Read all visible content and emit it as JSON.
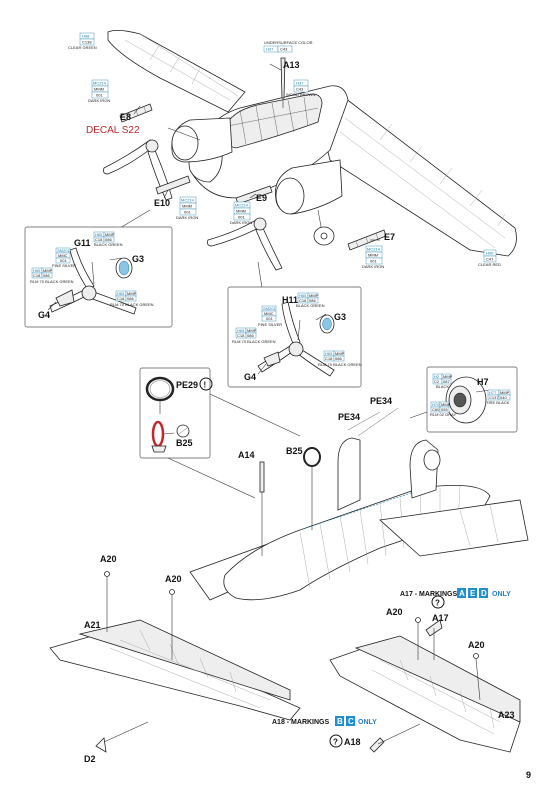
{
  "page": {
    "number": "9"
  },
  "colors": {
    "code_blue": "#1a7fb0",
    "decal_red": "#c0282d",
    "marking_badge": "#1e8fd0",
    "marking_text": "#2a7fc0",
    "line": "#333333"
  },
  "parts": {
    "a13": "A13",
    "e8": "E8",
    "e9": "E9",
    "e10": "E10",
    "e7": "E7",
    "g11": "G11",
    "g3a": "G3",
    "g4a": "G4",
    "h11": "H11",
    "g3b": "G3",
    "g4b": "G4",
    "pe29": "PE29",
    "b25a": "B25",
    "b25b": "B25",
    "pe34a": "PE34",
    "pe34b": "PE34",
    "h7": "H7",
    "a14": "A14",
    "a20a": "A20",
    "a20b": "A20",
    "a20c": "A20",
    "a20d": "A20",
    "a21": "A21",
    "d2": "D2",
    "a17": "A17",
    "a18": "A18",
    "a23": "A23"
  },
  "decal": {
    "label": "DECAL S22"
  },
  "notes": {
    "a17_prefix": "A17 - MARKINGS",
    "a17_letters": [
      "A",
      "E",
      "D"
    ],
    "a17_suffix": "ONLY",
    "a18_prefix": "A18 - MARKINGS",
    "a18_letters": [
      "B",
      "C"
    ],
    "a18_suffix": "ONLY"
  },
  "callouts": {
    "clear_green_top": {
      "codes": [
        "H98"
      ],
      "gunze": "C138",
      "name": "CLEAR GREEN"
    },
    "underside": {
      "header": "UNDERSURFACE COLOR",
      "codes": [
        "H37",
        "C43"
      ],
      "name": "WOOD BROWN"
    },
    "dark_iron_e8": {
      "codes": [
        "MC214",
        "MMM",
        "001"
      ],
      "name": "DARK IRON"
    },
    "dark_iron_e10": {
      "codes": [
        "MC214",
        "MMM",
        "001"
      ],
      "name": "DARK IRON"
    },
    "dark_iron_e9": {
      "codes": [
        "MC214",
        "MMM",
        "001"
      ],
      "name": "DARK IRON"
    },
    "dark_iron_e7": {
      "codes": [
        "MC214",
        "MMM",
        "001"
      ],
      "name": "DARK IRON"
    },
    "clear_red": {
      "codes": [
        "H90",
        "C47"
      ],
      "name": "CLEAR RED"
    },
    "g11_black_green": {
      "codes": [
        "H65",
        "MMP",
        "C18",
        "086"
      ],
      "name": "BLACK GREEN"
    },
    "g11_fine_silver": {
      "codes": [
        "SM201",
        "MMC",
        "001"
      ],
      "name": "FINE SILVER"
    },
    "g11_rlm70": {
      "codes": [
        "H65",
        "MMP",
        "C18",
        "086"
      ],
      "name": "RLM 70 BLACK GREEN"
    },
    "g11_rlm70_b": {
      "codes": [
        "H65",
        "MMP",
        "C18",
        "086"
      ],
      "name": "RLM 70 BLACK GREEN"
    },
    "h11_black_green": {
      "codes": [
        "H65",
        "MMP",
        "C18",
        "086"
      ],
      "name": "BLACK GREEN"
    },
    "h11_fine_silver": {
      "codes": [
        "SM201",
        "MMC",
        "001"
      ],
      "name": "FINE SILVER"
    },
    "h11_rlm70": {
      "codes": [
        "H65",
        "MMP",
        "C18",
        "086"
      ],
      "name": "RLM 70 BLACK GREEN"
    },
    "h11_rlm70_b": {
      "codes": [
        "H65",
        "MMP",
        "C18",
        "086"
      ],
      "name": "RLM 70 BLACK GREEN"
    },
    "h7_black": {
      "codes": [
        "H2",
        "MMP",
        "C2",
        "087"
      ],
      "name": "BLACK"
    },
    "h7_tire": {
      "codes": [
        "H77",
        "MMP",
        "C137",
        "040"
      ],
      "name": "TIRE BLACK"
    },
    "h7_rlm02": {
      "codes": [
        "H70",
        "MMP",
        "C60",
        "055"
      ],
      "name": "RLM 02 GRAY"
    }
  }
}
